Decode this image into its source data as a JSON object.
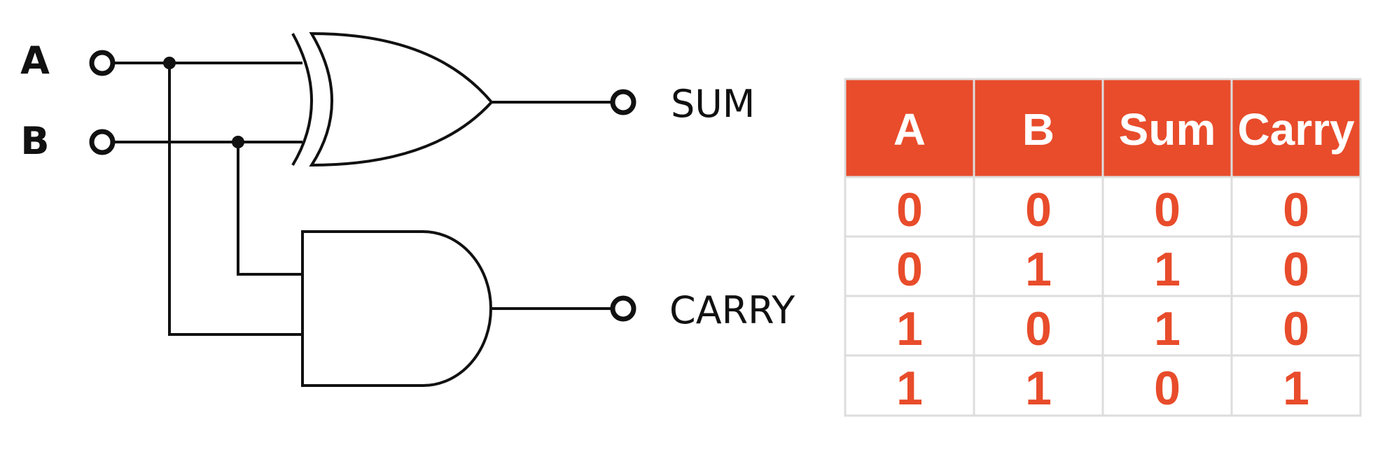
{
  "circuit": {
    "inputs": [
      "A",
      "B"
    ],
    "outputs": [
      "SUM",
      "CARRY"
    ]
  },
  "truth_table": {
    "headers": [
      "A",
      "B",
      "Sum",
      "Carry"
    ],
    "rows": [
      [
        "0",
        "0",
        "0",
        "0"
      ],
      [
        "0",
        "1",
        "1",
        "0"
      ],
      [
        "1",
        "0",
        "1",
        "0"
      ],
      [
        "1",
        "1",
        "0",
        "1"
      ]
    ],
    "accent_color": "#E84C2B",
    "grid_color": "#dddddd"
  }
}
